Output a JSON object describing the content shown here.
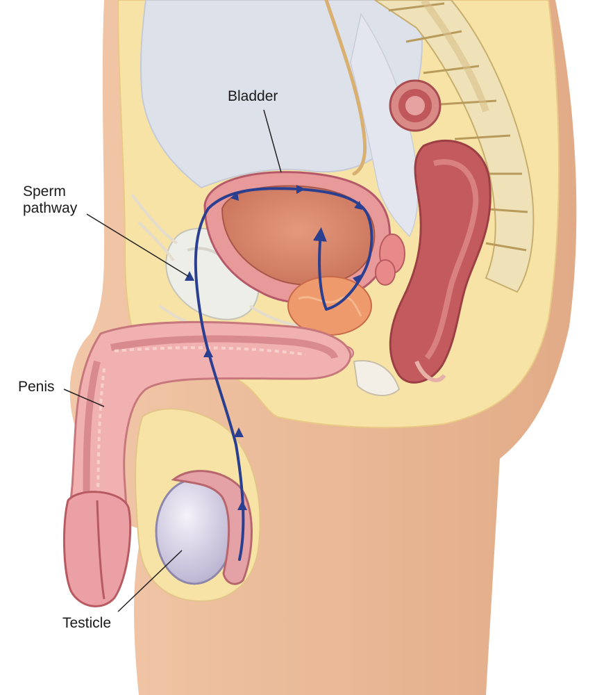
{
  "labels": {
    "bladder": "Bladder",
    "sperm_pathway_line1": "Sperm",
    "sperm_pathway_line2": "pathway",
    "penis": "Penis",
    "testicle": "Testicle"
  },
  "colors": {
    "skin": "#e8b896",
    "skin_shadow": "#d99e7c",
    "fat": "#f7e3a6",
    "organ_wall": "#e89a9a",
    "bladder_fill": "#d9826a",
    "rectum": "#c25a5e",
    "testicle": "#d8d4e6",
    "bone": "#efe2b8",
    "cavity": "#dde1ea",
    "pathway": "#2a3f8f"
  }
}
